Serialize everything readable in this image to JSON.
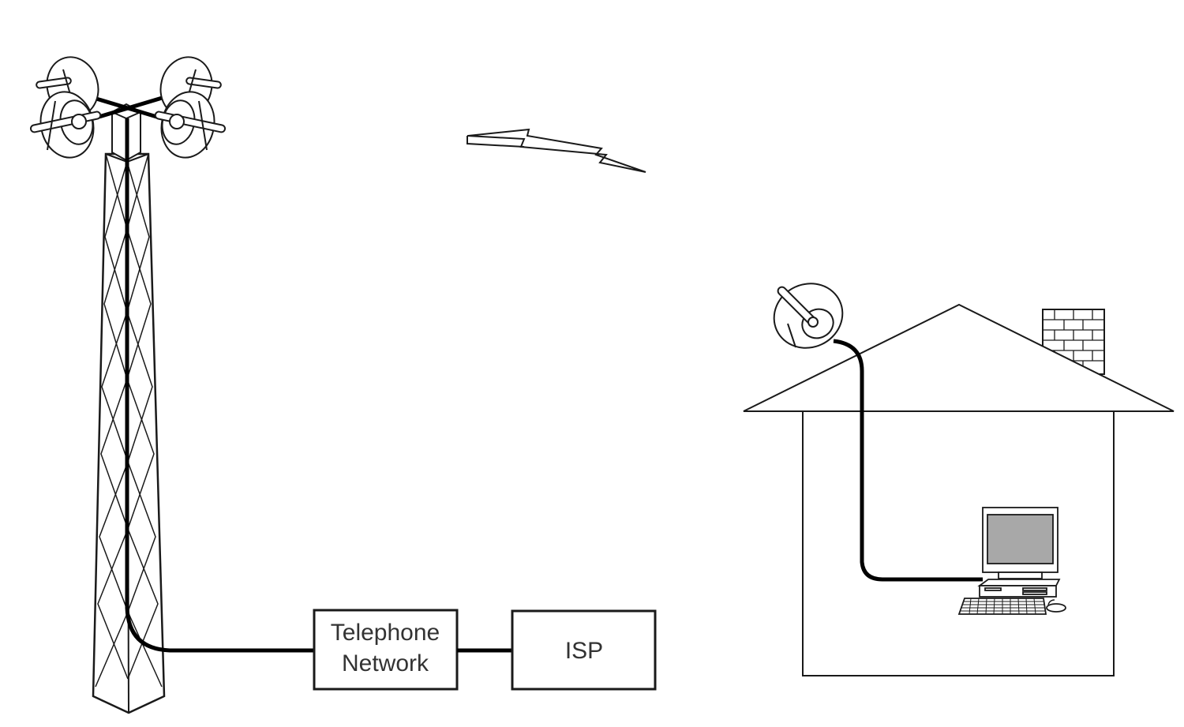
{
  "labels": {
    "telephone_network_line1": "Telephone",
    "telephone_network_line2": "Network",
    "isp": "ISP"
  },
  "colors": {
    "stroke": "#1a1a1a",
    "cable": "#000000",
    "screen": "#a8a8a8",
    "text": "#333333"
  },
  "icons": {
    "tower": "transmission-tower-icon",
    "dish": "satellite-dish-icon",
    "wireless": "wireless-signal-bolt-icon",
    "house": "house-icon",
    "computer": "desktop-computer-icon"
  }
}
